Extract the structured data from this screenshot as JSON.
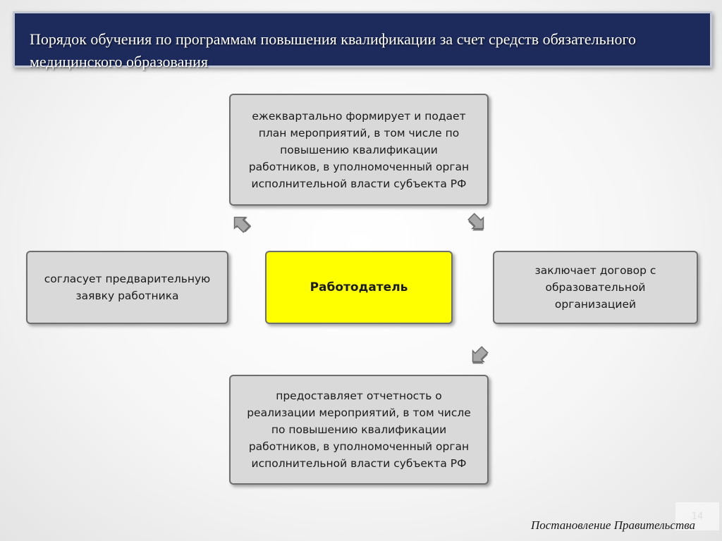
{
  "title": "Порядок обучения по программам повышения квалификации  за счет средств обязательного медицинского образования",
  "center_label": "Работодатель",
  "boxes": {
    "top": "ежеквартально формирует и подает план мероприятий, в том числе по повышению квалификации работников,  в уполномоченный орган исполнительной власти субъекта РФ",
    "left": "согласует предварительную заявку работника",
    "right": "заключает договор с образовательной организацией",
    "bottom": "предоставляет отчетность о реализации мероприятий, в том числе по повышению квалификации работников, в уполномоченный орган исполнительной власти субъекта РФ"
  },
  "page_number": "14",
  "footer": "Постановление Правительства",
  "colors": {
    "title_bar": "#1c2a5c",
    "center_box": "#ffff00",
    "side_box": "#d9d9d9",
    "arrow": "#a0a0a0"
  },
  "arrows": [
    {
      "from": "left",
      "to": "top",
      "icon": "arrow-icon"
    },
    {
      "from": "top",
      "to": "right",
      "icon": "arrow-icon"
    },
    {
      "from": "right",
      "to": "bottom",
      "icon": "arrow-icon"
    }
  ]
}
